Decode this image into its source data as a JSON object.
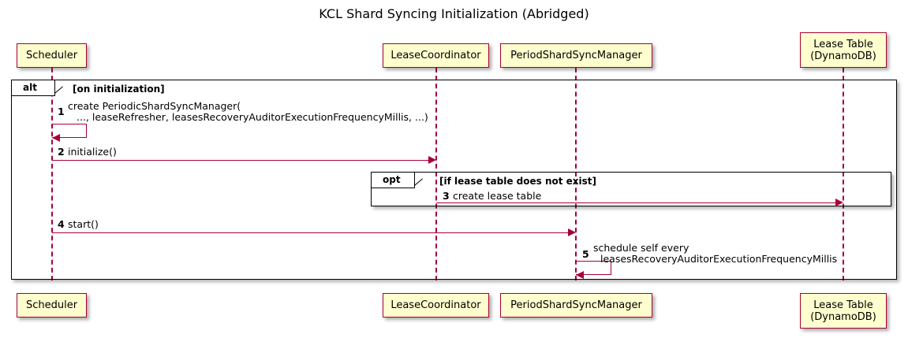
{
  "diagram": {
    "title": "KCL Shard Syncing Initialization (Abridged)",
    "type": "sequence-diagram",
    "colors": {
      "participant_fill": "#FEFECE",
      "participant_border": "#A80036",
      "arrow": "#A80036",
      "fragment_border": "#000000",
      "background": "#FFFFFF"
    }
  },
  "participants": [
    {
      "id": "scheduler",
      "line1": "Scheduler",
      "line2": ""
    },
    {
      "id": "leasecoordinator",
      "line1": "LeaseCoordinator",
      "line2": ""
    },
    {
      "id": "periodshardsyncmanager",
      "line1": "PeriodShardSyncManager",
      "line2": ""
    },
    {
      "id": "leasetable",
      "line1": "Lease Table",
      "line2": "(DynamoDB)"
    }
  ],
  "fragments": [
    {
      "id": "alt",
      "label": "alt",
      "condition": "[on initialization]"
    },
    {
      "id": "opt",
      "label": "opt",
      "condition": "[if lease table does not exist]"
    }
  ],
  "messages": [
    {
      "num": "1",
      "from": "scheduler",
      "to": "scheduler",
      "kind": "self",
      "line1": "create PeriodicShardSyncManager(",
      "line2": "..., leaseRefresher, leasesRecoveryAuditorExecutionFrequencyMillis, ...)"
    },
    {
      "num": "2",
      "from": "scheduler",
      "to": "leasecoordinator",
      "kind": "call",
      "line1": "initialize()",
      "line2": ""
    },
    {
      "num": "3",
      "from": "leasecoordinator",
      "to": "leasetable",
      "kind": "call",
      "line1": "create lease table",
      "line2": ""
    },
    {
      "num": "4",
      "from": "scheduler",
      "to": "periodshardsyncmanager",
      "kind": "call",
      "line1": "start()",
      "line2": ""
    },
    {
      "num": "5",
      "from": "periodshardsyncmanager",
      "to": "periodshardsyncmanager",
      "kind": "self",
      "line1": "schedule self every",
      "line2": "leasesRecoveryAuditorExecutionFrequencyMillis"
    }
  ]
}
